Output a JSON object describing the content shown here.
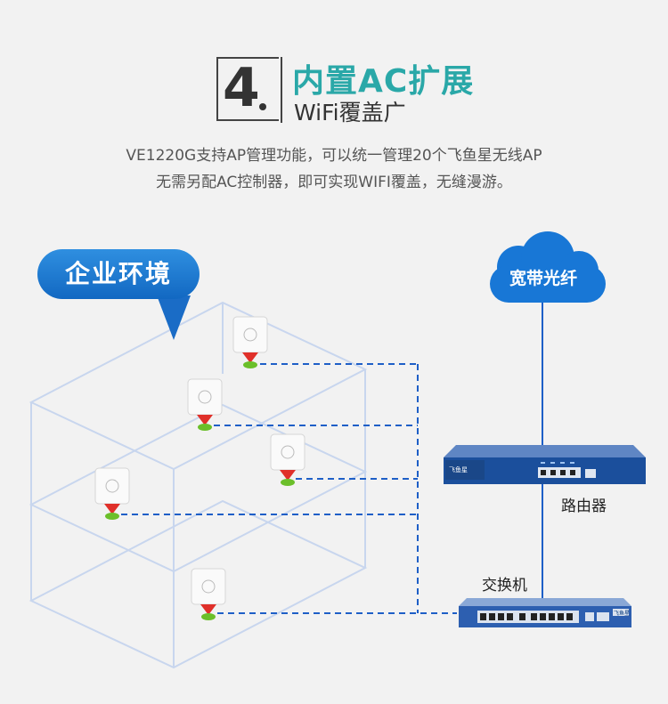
{
  "heading": {
    "number": "4",
    "title": "内置AC扩展",
    "subtitle": "WiFi覆盖广"
  },
  "description": {
    "line1": "VE1220G支持AP管理功能，可以统一管理20个飞鱼星无线AP",
    "line2": "无需另配AC控制器，即可实现WIFI覆盖，无缝漫游。"
  },
  "environment_label": "企业环境",
  "cloud_label": "宽带光纤",
  "router_label": "路由器",
  "router_brand": "飞鱼星",
  "switch_label": "交换机",
  "switch_brand": "飞鱼星",
  "colors": {
    "title": "#2aa8a8",
    "bubble": "#1a74cc",
    "cloud": "#1877d6",
    "link": "#1e5fc7",
    "device": "#1b4f9c",
    "ap_marker": "#e0302a",
    "ap_base": "#6bbf2a"
  }
}
